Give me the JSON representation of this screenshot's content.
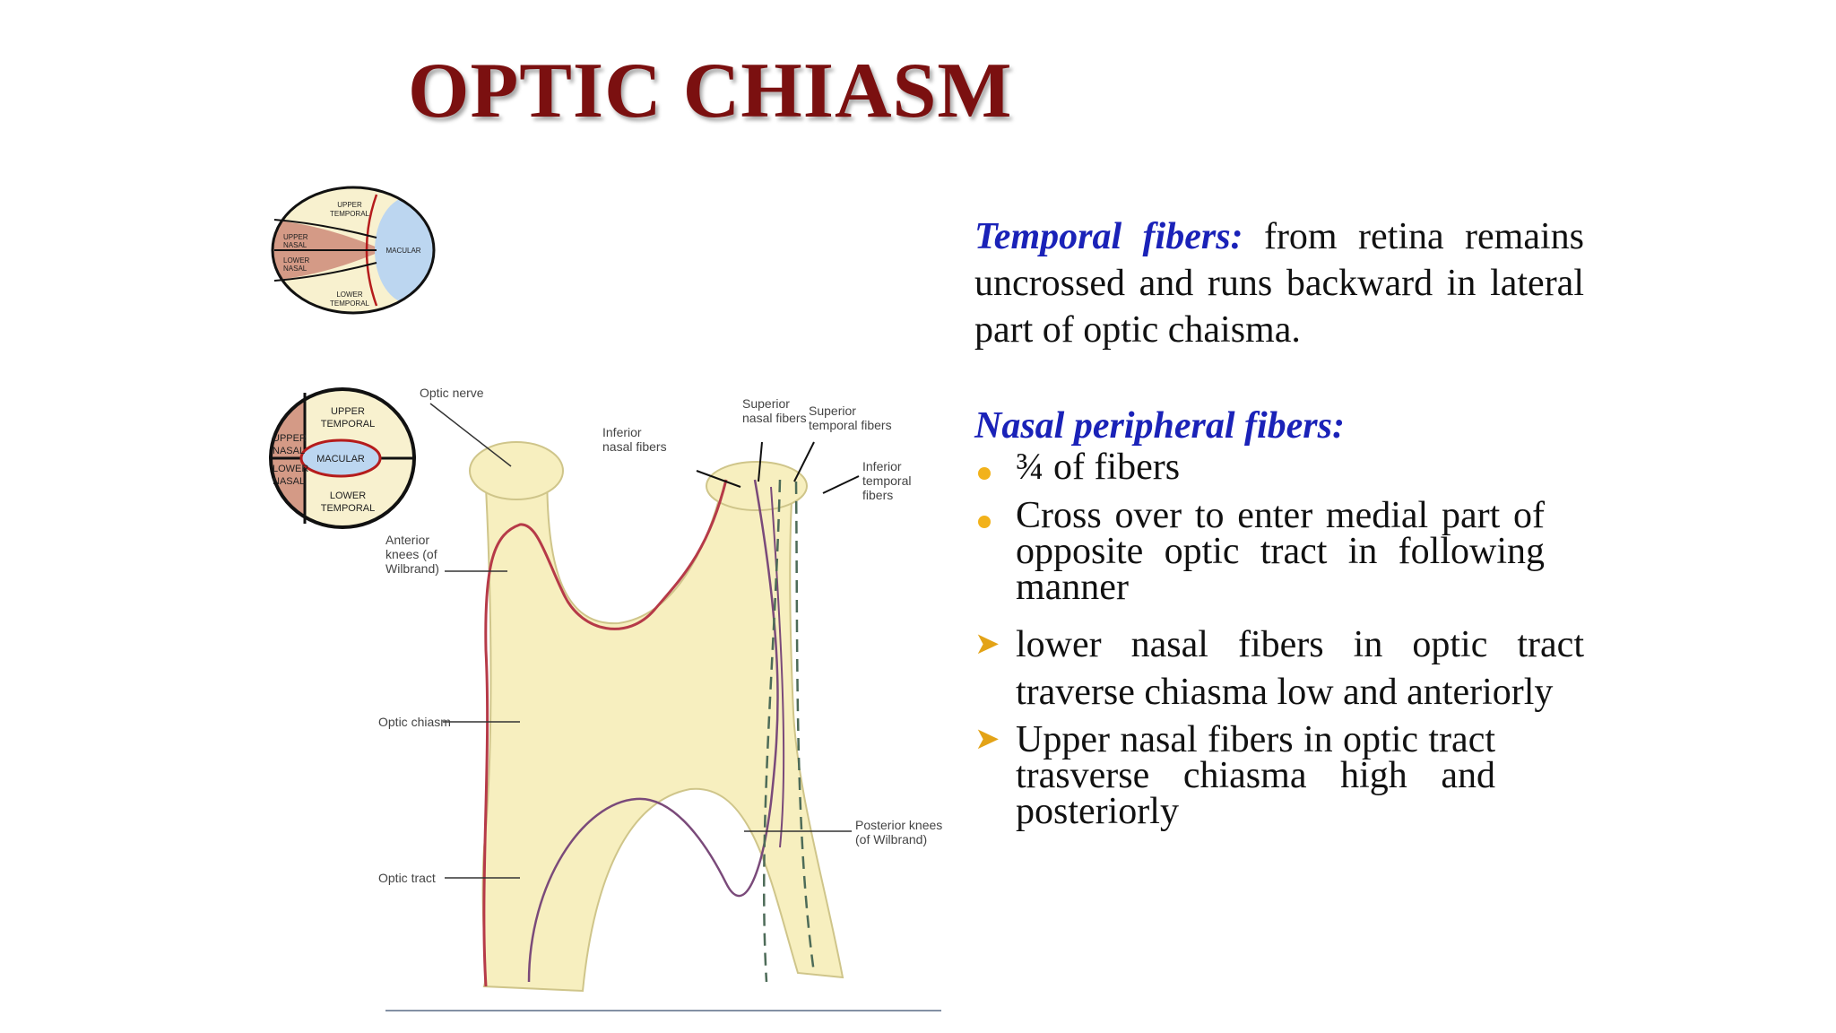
{
  "title": "OPTIC CHIASM",
  "retina_small": {
    "upper_temporal": [
      "UPPER",
      "TEMPORAL"
    ],
    "upper_nasal": [
      "UPPER",
      "NASAL"
    ],
    "lower_nasal": [
      "LOWER",
      "NASAL"
    ],
    "lower_temporal": [
      "LOWER",
      "TEMPORAL"
    ],
    "macular": "MACULAR"
  },
  "retina_large": {
    "upper_temporal": [
      "UPPER",
      "TEMPORAL"
    ],
    "upper_nasal": [
      "UPPER",
      "NASAL"
    ],
    "lower_nasal": [
      "LOWER",
      "NASAL"
    ],
    "lower_temporal": [
      "LOWER",
      "TEMPORAL"
    ],
    "macular": "MACULAR"
  },
  "diagram_labels": {
    "optic_nerve": "Optic nerve",
    "anterior_knees": [
      "Anterior",
      "knees (of",
      "Wilbrand)"
    ],
    "optic_chiasm": "Optic chiasm",
    "optic_tract": "Optic tract",
    "inferior_nasal": [
      "Inferior",
      "nasal fibers"
    ],
    "superior_nasal": [
      "Superior",
      "nasal fibers"
    ],
    "superior_temporal": [
      "Superior",
      "temporal fibers"
    ],
    "inferior_temporal": [
      "Inferior",
      "temporal",
      "fibers"
    ],
    "posterior_knees": [
      "Posterior knees",
      "(of Wilbrand)"
    ]
  },
  "temporal": {
    "heading": "Temporal fibers:",
    "text": " from retina remains uncrossed and runs backward in lateral part of optic chaisma."
  },
  "nasal": {
    "heading": "Nasal peripheral fibers:",
    "bullets": [
      "¾ of fibers",
      "Cross over to enter medial part of opposite optic tract in following manner"
    ],
    "arrows": [
      "lower nasal fibers in optic tract traverse chiasma low and anteriorly",
      "Upper nasal fibers in optic tract trasverse chiasma high and posteriorly"
    ]
  },
  "colors": {
    "title": "#7b1010",
    "heading": "#1a22b8",
    "bullet": "#f2b21b",
    "chiasm_fill": "#f7efbf",
    "nasal_fill": "#d49a86",
    "macular_fill": "#bcd6f0"
  }
}
